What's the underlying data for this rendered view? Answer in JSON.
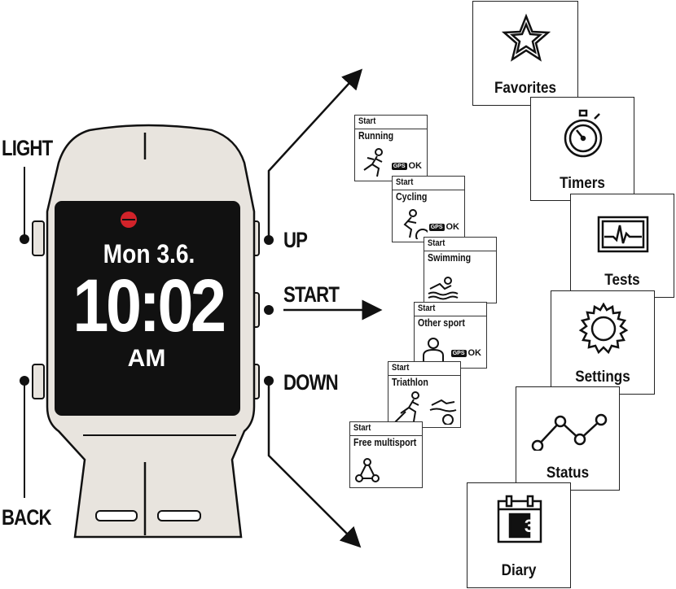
{
  "watch": {
    "date": "Mon 3.6.",
    "time": "10:02",
    "ampm": "AM"
  },
  "buttons": {
    "light": "LIGHT",
    "back": "BACK",
    "up": "UP",
    "start": "START",
    "down": "DOWN"
  },
  "sports": [
    {
      "start": "Start",
      "name": "Running",
      "gps": "OK",
      "icon": "running-icon"
    },
    {
      "start": "Start",
      "name": "Cycling",
      "gps": "OK",
      "icon": "cycling-icon"
    },
    {
      "start": "Start",
      "name": "Swimming",
      "gps": "",
      "icon": "swimming-icon"
    },
    {
      "start": "Start",
      "name": "Other sport",
      "gps": "OK",
      "icon": "person-icon"
    },
    {
      "start": "Start",
      "name": "Triathlon",
      "gps": "",
      "icon": "triathlon-icon"
    },
    {
      "start": "Start",
      "name": "Free multisport",
      "gps": "",
      "icon": "multisport-icon"
    }
  ],
  "gps_badge": "GPS",
  "menu": [
    {
      "label": "Favorites",
      "icon": "star-icon"
    },
    {
      "label": "Timers",
      "icon": "stopwatch-icon"
    },
    {
      "label": "Tests",
      "icon": "heart-monitor-icon"
    },
    {
      "label": "Settings",
      "icon": "gear-icon"
    },
    {
      "label": "Status",
      "icon": "graph-icon"
    },
    {
      "label": "Diary",
      "icon": "calendar-icon"
    }
  ],
  "diary_day": "3",
  "colors": {
    "screen": "#111111",
    "strap": "#e8e4de",
    "indicator": "#d2232a"
  }
}
